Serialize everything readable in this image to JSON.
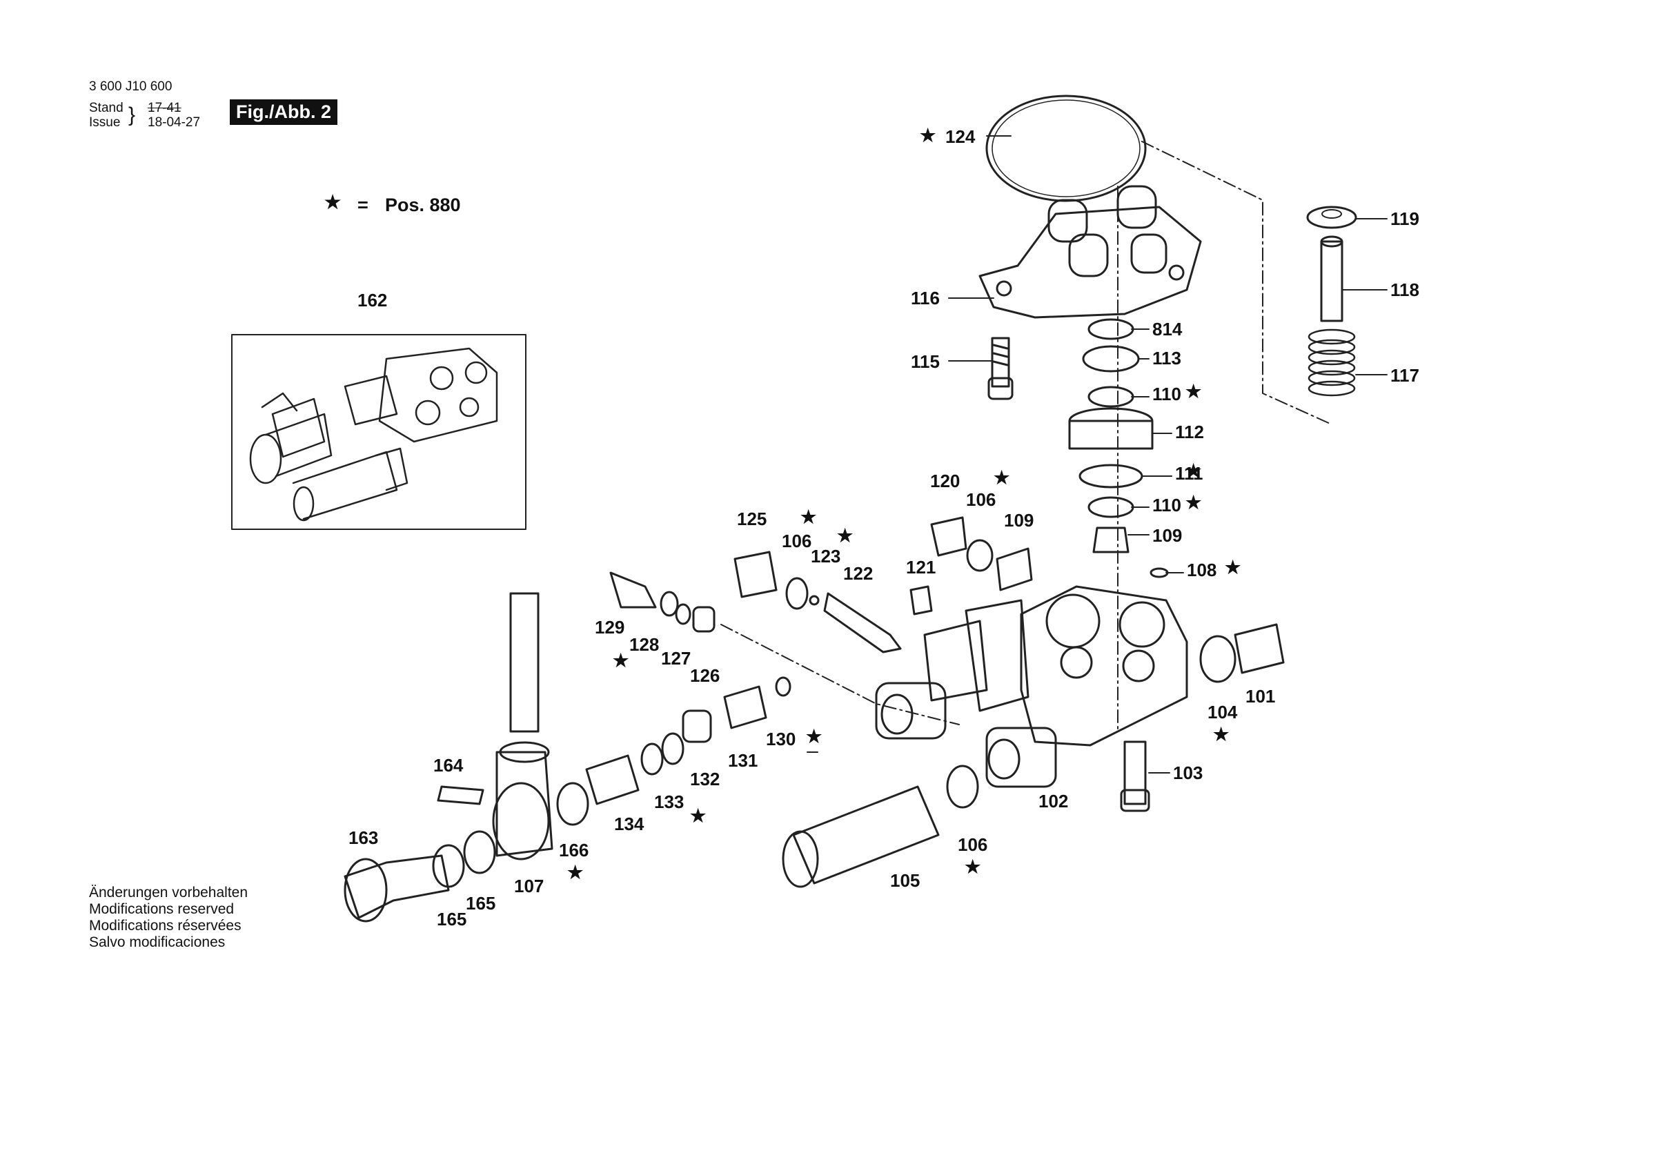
{
  "header": {
    "doc_number": "3 600 J10 600",
    "stand_label": "Stand",
    "issue_label": "Issue",
    "stand_date_struck": "17-41",
    "issue_date": "18-04-27",
    "figure_label": "Fig./Abb. 2"
  },
  "legend": {
    "equals": "=",
    "text": "Pos. 880"
  },
  "footer": {
    "lines": [
      "Änderungen vorbehalten",
      "Modifications reserved",
      "Modifications réservées",
      "Salvo modificaciones"
    ]
  },
  "parts": {
    "p124": "124",
    "p119": "119",
    "p118": "118",
    "p117": "117",
    "p116": "116",
    "p115": "115",
    "p814": "814",
    "p113": "113",
    "p110a": "110",
    "p112": "112",
    "p111": "111",
    "p110b": "110",
    "p109a": "109",
    "p108": "108",
    "p120": "120",
    "p106a": "106",
    "p109b": "109",
    "p125": "125",
    "p106b": "106",
    "p123": "123",
    "p122": "122",
    "p121": "121",
    "p129": "129",
    "p128": "128",
    "p127": "127",
    "p126": "126",
    "p130": "130",
    "p131": "131",
    "p132": "132",
    "p133": "133",
    "p134": "134",
    "p104": "104",
    "p101": "101",
    "p103": "103",
    "p102": "102",
    "p106c": "106",
    "p105": "105",
    "p164": "164",
    "p163": "163",
    "p166": "166",
    "p107": "107",
    "p165a": "165",
    "p165b": "165",
    "p162": "162"
  }
}
